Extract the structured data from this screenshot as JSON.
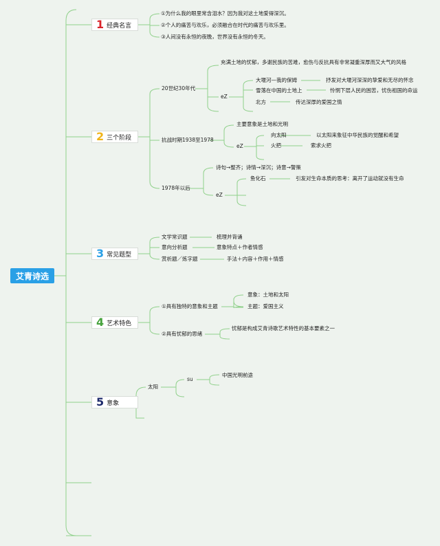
{
  "root": "艾青诗选",
  "colors": {
    "root_bg": "#2aa0e6",
    "line": "#8fd08a",
    "num1": "#d9242b",
    "num2": "#f0b418",
    "num3": "#2aa0e6",
    "num4": "#46a23c",
    "num5": "#1d2a6b"
  },
  "b1": {
    "num": "1",
    "label": "经典名言",
    "items": [
      "①为什么我的眼里常含泪水？因为我对这土地爱得深沉。",
      "②个人的痛苦与欢乐，必须融合在时代的痛苦与欢乐里。",
      "③人间没有永恒的夜晚，世界没有永恒的冬天。"
    ]
  },
  "b2": {
    "num": "2",
    "label": "三个阶段",
    "s1": {
      "label": "20世纪30年代",
      "desc": "充满土地的忧郁，多谢民族的苦难，愈伤与反抗具有非常凝重深厚而又大气的风格",
      "ez": "eZ",
      "poems": [
        {
          "title": "大堰河—我的保姆",
          "note": "抒发对大堰河深深的挚爱和无尽的怀念"
        },
        {
          "title": "雪落在中国的土地上",
          "note": "怜惘下层人民的困苦，忧伤祖国的命运"
        },
        {
          "title": "北方",
          "note": "传达深厚的爱国之情"
        }
      ]
    },
    "s2": {
      "label": "抗战时期1938至1978",
      "desc": "主要意象是土地和光明",
      "ez": "eZ",
      "poems": [
        {
          "title": "向太阳",
          "note": "以太阳来象征中华民族的觉醒和希望"
        },
        {
          "title": "火把",
          "note": "索求火把"
        }
      ]
    },
    "s3": {
      "label": "1978年以后",
      "desc": "诗句→整齐；诗情→深沉；诗意→警策",
      "ez": "eZ",
      "poems": [
        {
          "title": "鱼化石",
          "note": "引发对生命本质的思考：离开了运动就没有生命"
        }
      ]
    }
  },
  "b3": {
    "num": "3",
    "label": "常见题型",
    "items": [
      {
        "label": "文学常识题",
        "note": "梳理并背诵"
      },
      {
        "label": "意向分析题",
        "note": "意象特点＋作者情感"
      },
      {
        "label": "赏析题／炼字题",
        "note": "手法＋内容＋作用＋情感"
      }
    ]
  },
  "b4": {
    "num": "4",
    "label": "艺术特色",
    "items": [
      {
        "label": "①具有独特的意象和主题",
        "subs": [
          "意象：土地和太阳",
          "主题：爱国主义"
        ]
      },
      {
        "label": "②具有忧郁的思绪",
        "subs": [
          "忧郁是构成艾青诗歌艺术特性的基本要素之一"
        ]
      }
    ]
  },
  "b5": {
    "num": "5",
    "label": "意象",
    "item": {
      "label": "太阳",
      "su": "su",
      "note": "中国光明前途"
    }
  }
}
